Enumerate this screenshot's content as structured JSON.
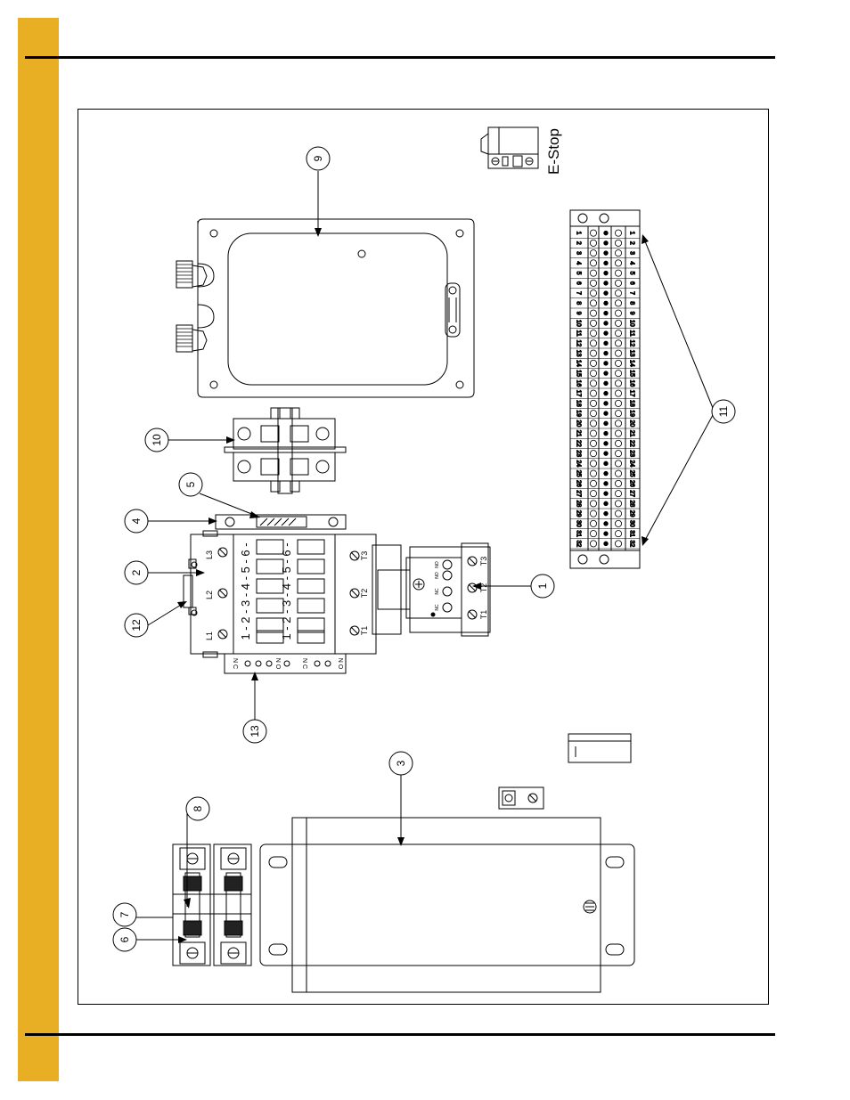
{
  "page": {
    "accent_color": "#E8AE24",
    "line_color": "#000000"
  },
  "diagram": {
    "estop_label": "E-Stop",
    "callouts": [
      "1",
      "2",
      "3",
      "4",
      "5",
      "6",
      "7",
      "8",
      "9",
      "10",
      "11",
      "12",
      "13"
    ],
    "contactor": {
      "line_terminals": [
        "L1",
        "L2",
        "L3"
      ],
      "load_terminals": [
        "T1",
        "T2",
        "T3"
      ],
      "pin_sequence": "1 - 2 - 3 - 4 - 5 - 6 -",
      "aux_contacts": [
        "N C",
        "N O",
        "N C",
        "N O"
      ]
    },
    "overload_terminals": [
      "T1",
      "T2",
      "T3"
    ],
    "overload_contacts": [
      "NO",
      "NO",
      "NC",
      "NC"
    ],
    "terminal_block_numbers": [
      "1",
      "2",
      "3",
      "4",
      "5",
      "6",
      "7",
      "8",
      "9",
      "10",
      "11",
      "12",
      "13",
      "14",
      "15",
      "16",
      "17",
      "18",
      "19",
      "20",
      "21",
      "22",
      "23",
      "24",
      "25",
      "26",
      "27",
      "28",
      "29",
      "30",
      "31",
      "32"
    ]
  }
}
